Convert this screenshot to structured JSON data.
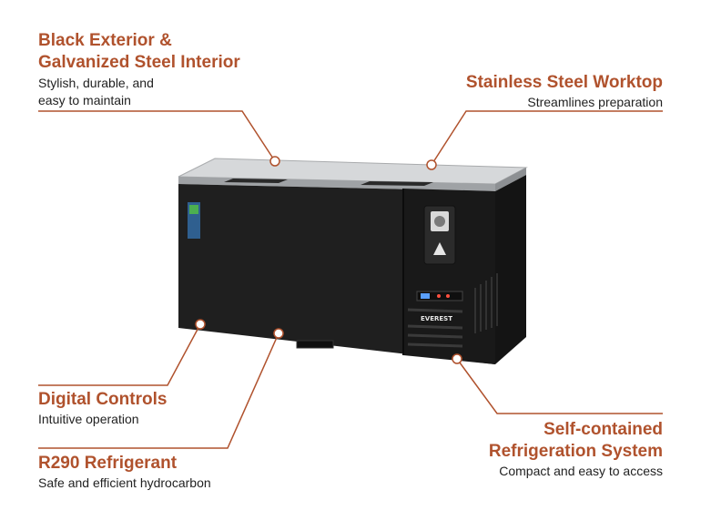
{
  "callouts": {
    "exterior": {
      "title_line1": "Black Exterior &",
      "title_line2": "Galvanized Steel Interior",
      "desc_line1": "Stylish, durable, and",
      "desc_line2": "easy to maintain"
    },
    "worktop": {
      "title": "Stainless Steel Worktop",
      "desc": "Streamlines preparation"
    },
    "controls": {
      "title": "Digital Controls",
      "desc": "Intuitive operation"
    },
    "refrigerant": {
      "title": "R290 Refrigerant",
      "desc": "Safe and efficient hydrocarbon"
    },
    "system": {
      "title_line1": "Self-contained",
      "title_line2": "Refrigeration System",
      "desc": "Compact and easy to access"
    }
  },
  "product": {
    "brand": "EVEREST"
  },
  "colors": {
    "accent": "#b0522d",
    "body": "#1c1c1c",
    "steel": "#c9cbcd"
  }
}
